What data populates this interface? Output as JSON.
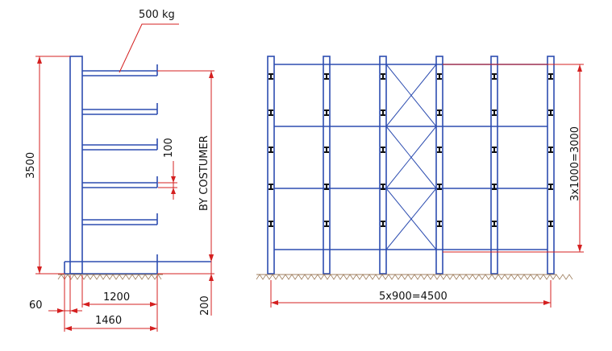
{
  "labels": {
    "load": "500 kg",
    "height_total": "3500",
    "arm_spacing": "100",
    "by_customer": "BY COSTUMER",
    "base_offset": "60",
    "arm_length": "1200",
    "base_length": "1460",
    "base_height": "200",
    "front_width": "5x900=4500",
    "front_height": "3x1000=3000"
  },
  "colors": {
    "structure": "#2d4db0",
    "dimension": "#d42020",
    "ground": "#a08060",
    "bolt": "#101010",
    "text": "#111111"
  }
}
